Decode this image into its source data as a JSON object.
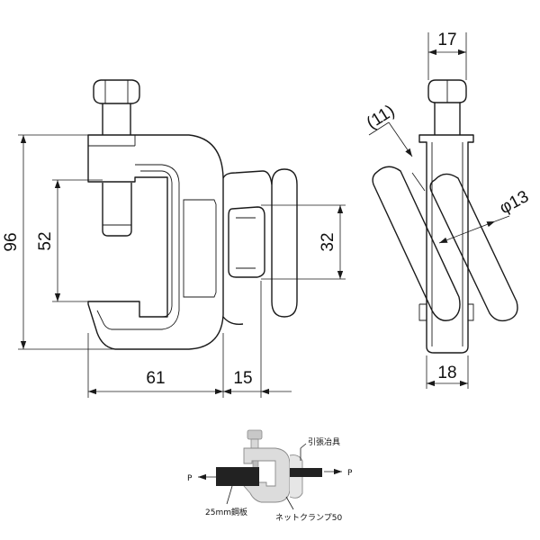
{
  "dimensions": {
    "height_total": "96",
    "jaw_opening": "52",
    "loop_height": "32",
    "body_width": "61",
    "loop_offset": "15",
    "bolt_width": "17",
    "slot_width": "(11)",
    "rod_diameter": "φ13",
    "side_width": "18"
  },
  "usage_diagram": {
    "tension_fitting_label": "引張冶具",
    "plate_label": "25mm鋼板",
    "clamp_label": "ネットクランプ50",
    "force_left": "P",
    "force_right": "P"
  }
}
